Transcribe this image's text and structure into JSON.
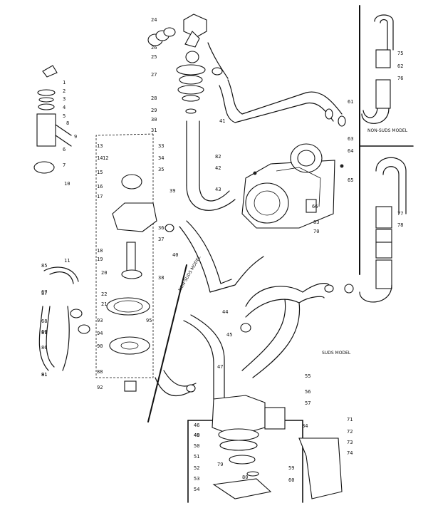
{
  "captions": {
    "non_suds_top": "NON-SUDS MODEL",
    "non_suds_mid": "NON-SUDS MODEL",
    "suds_model": "SUDS MODEL"
  },
  "labels": [
    "1",
    "2",
    "3",
    "4",
    "5",
    "6",
    "7",
    "8",
    "9",
    "10",
    "11",
    "12",
    "13",
    "14",
    "15",
    "16",
    "17",
    "18",
    "19",
    "20",
    "21",
    "22",
    "24",
    "25",
    "26",
    "27",
    "28",
    "29",
    "30",
    "31",
    "33",
    "34",
    "35",
    "36",
    "37",
    "38",
    "39",
    "40",
    "41",
    "42",
    "43",
    "44",
    "45",
    "46",
    "47",
    "48",
    "49",
    "50",
    "51",
    "52",
    "53",
    "54",
    "55",
    "56",
    "57",
    "59",
    "60",
    "61",
    "62",
    "63",
    "64",
    "65",
    "66",
    "67",
    "68",
    "69",
    "70",
    "71",
    "72",
    "73",
    "74",
    "75",
    "76",
    "77",
    "78",
    "79",
    "80",
    "81",
    "82",
    "83",
    "84",
    "85",
    "86",
    "87",
    "88",
    "89",
    "90",
    "91",
    "92",
    "93",
    "94",
    "95"
  ]
}
